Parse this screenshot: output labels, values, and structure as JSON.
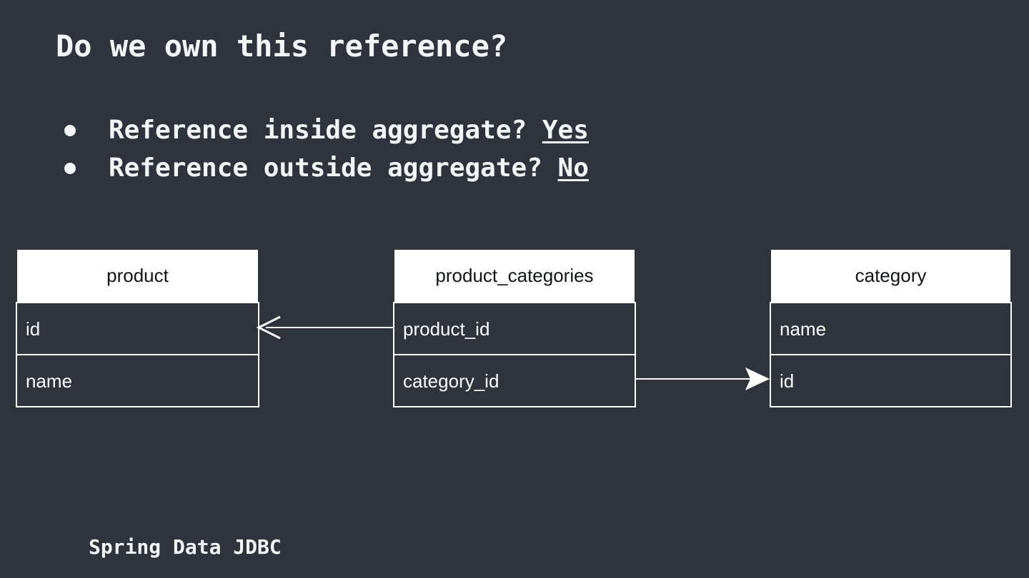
{
  "slide": {
    "background_color": "#2e333c",
    "text_color": "#f4f5f7",
    "title": "Do we own this reference?",
    "footer": "Spring Data JDBC"
  },
  "bullets": [
    {
      "text": "Reference inside aggregate? ",
      "answer": "Yes",
      "answer_underlined": true
    },
    {
      "text": "Reference outside aggregate? ",
      "answer": "No",
      "answer_underlined": true
    }
  ],
  "diagram": {
    "type": "er-diagram",
    "tables": [
      {
        "name": "product",
        "columns": [
          "id",
          "name"
        ]
      },
      {
        "name": "product_categories",
        "columns": [
          "product_id",
          "category_id"
        ]
      },
      {
        "name": "category",
        "columns": [
          "name",
          "id"
        ]
      }
    ],
    "relations": [
      {
        "from": "product_categories.product_id",
        "to": "product.id",
        "arrow": "left",
        "arrow_style": "open"
      },
      {
        "from": "product_categories.category_id",
        "to": "category.id",
        "arrow": "right",
        "arrow_style": "filled"
      }
    ]
  }
}
